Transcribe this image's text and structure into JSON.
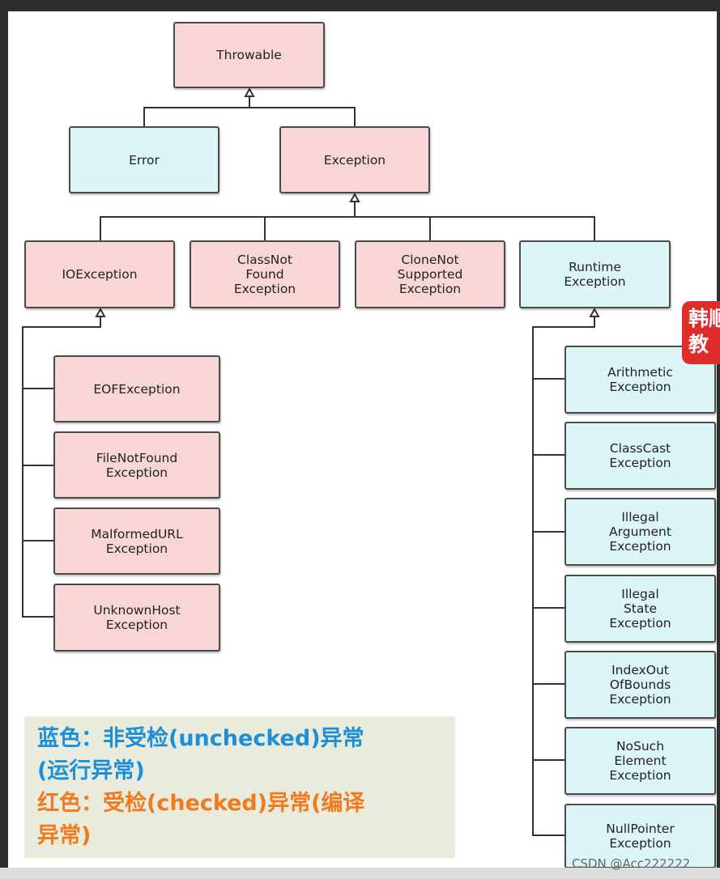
{
  "diagram": {
    "throwable": "Throwable",
    "error": "Error",
    "exception": "Exception",
    "io_exception": "IOException",
    "class_not_found": "ClassNot\nFound\nException",
    "clone_not_supported": "CloneNot\nSupported\nException",
    "runtime_exception": "Runtime\nException",
    "eof_exception": "EOFException",
    "file_not_found": "FileNotFound\nException",
    "malformed_url": "MalformedURL\nException",
    "unknown_host": "UnknownHost\nException",
    "arithmetic": "Arithmetic\nException",
    "class_cast": "ClassCast\nException",
    "illegal_argument": "Illegal\nArgument\nException",
    "illegal_state": "Illegal\nState\nException",
    "index_out_of_bounds": "IndexOut\nOfBounds\nException",
    "no_such_element": "NoSuch\nElement\nException",
    "null_pointer": "NullPointer\nException"
  },
  "legend": {
    "line1": "蓝色：非受检(unchecked)异常",
    "line2": "(运行异常)",
    "line3": "红色：受检(checked)异常(编译",
    "line4": "异常)"
  },
  "badge": {
    "text": "韩顺\n教"
  },
  "watermark": "CSDN @Acc222222",
  "colors": {
    "checked_fill": "#f8d6d6",
    "unchecked_fill": "#dcf5f6",
    "legend_blue": "#1c8fd8",
    "legend_red": "#f07a1e",
    "badge": "#e02b2b"
  }
}
